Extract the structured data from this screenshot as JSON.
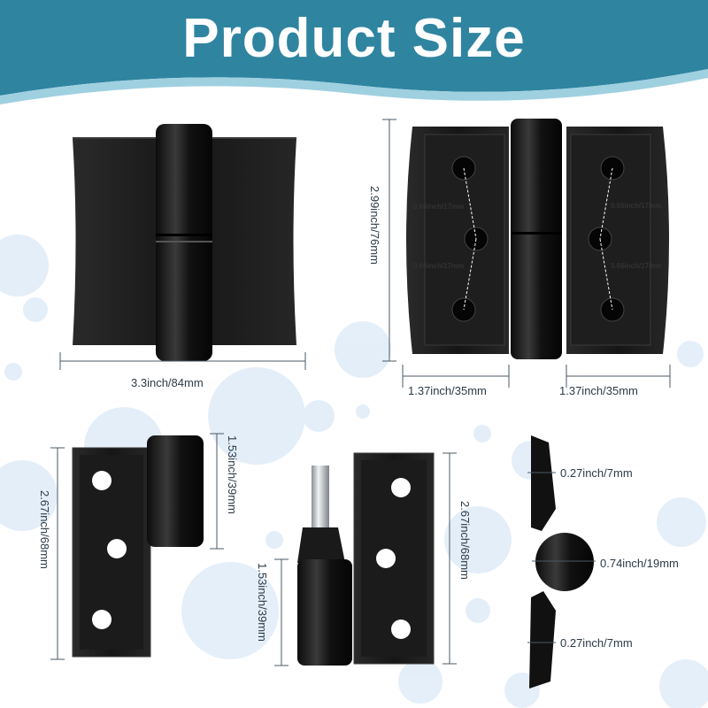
{
  "banner": {
    "title": "Product Size",
    "color": "#2f84a0"
  },
  "hinge_closed": {
    "width": "3.3inch/84mm"
  },
  "hinge_open": {
    "height": "2.99inch/76mm",
    "hole_spacing_left_top": "0.66inch/17mm",
    "hole_spacing_left_bottom": "0.66inch/17mm",
    "hole_spacing_right_top": "0.66inch/17mm",
    "hole_spacing_right_bottom": "0.66inch/17mm",
    "leaf_width_left": "1.37inch/35mm",
    "leaf_width_right": "1.37inch/35mm"
  },
  "leaf_upper": {
    "height": "2.67inch/68mm",
    "knuckle_height": "1.53inch/39mm"
  },
  "leaf_lower": {
    "knuckle_height": "1.53inch/39mm",
    "height": "2.67inch/68mm"
  },
  "side_view": {
    "top_thickness": "0.27inch/7mm",
    "knuckle_diameter": "0.74inch/19mm",
    "bottom_thickness": "0.27inch/7mm"
  },
  "colors": {
    "hinge": "#141414",
    "dimension_line": "#4a5a66",
    "bubble": "#dce9f7"
  }
}
